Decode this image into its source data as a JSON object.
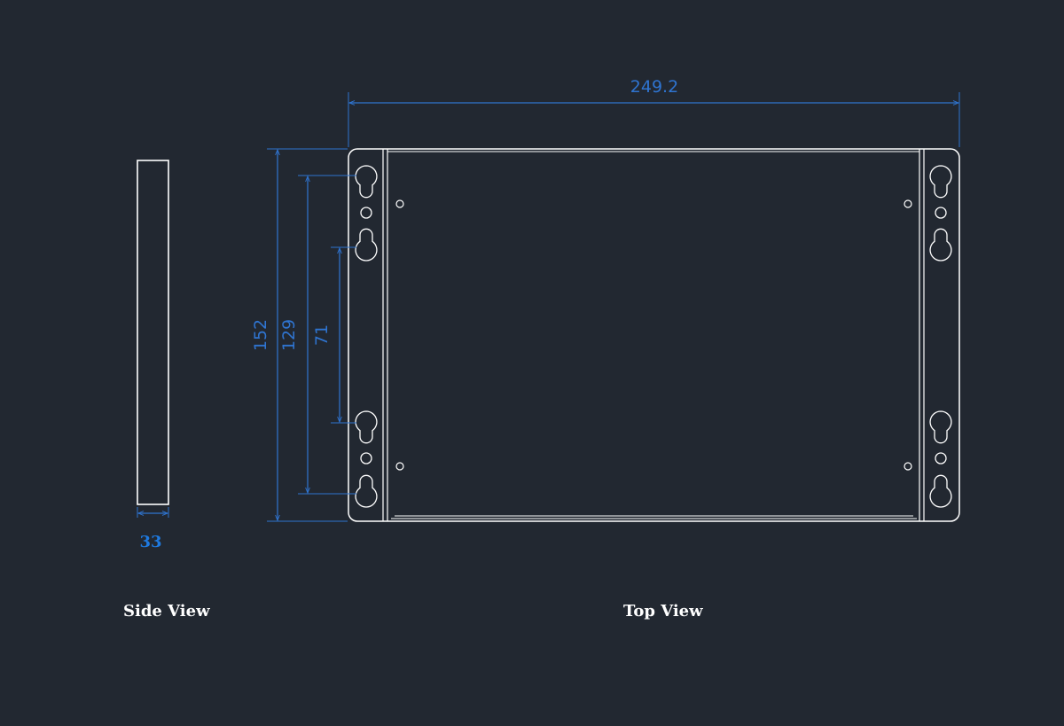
{
  "dimensions": {
    "width": "249.2",
    "height_outer": "152",
    "height_mid": "129",
    "height_inner": "71",
    "side_thickness": "33"
  },
  "labels": {
    "side_view": "Side View",
    "top_view": "Top View"
  },
  "colors": {
    "background": "#222831",
    "line": "#ffffff",
    "dimension": "#2f74d0"
  }
}
